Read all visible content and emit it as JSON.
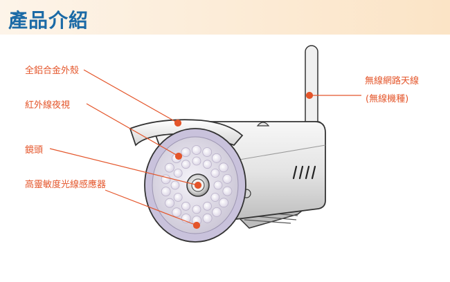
{
  "header": {
    "title": "產品介紹"
  },
  "callouts": {
    "housing": "全鋁合金外殼",
    "ir_night_vision": "紅外線夜視",
    "lens": "鏡頭",
    "light_sensor": "高靈敏度光線感應器",
    "antenna": "無線網路天線",
    "antenna_note": "(無線機種)"
  },
  "colors": {
    "title": "#1b6aa6",
    "callout": "#e4552a",
    "header_start": "#fdf4e9",
    "header_end": "#fbe4c6"
  }
}
